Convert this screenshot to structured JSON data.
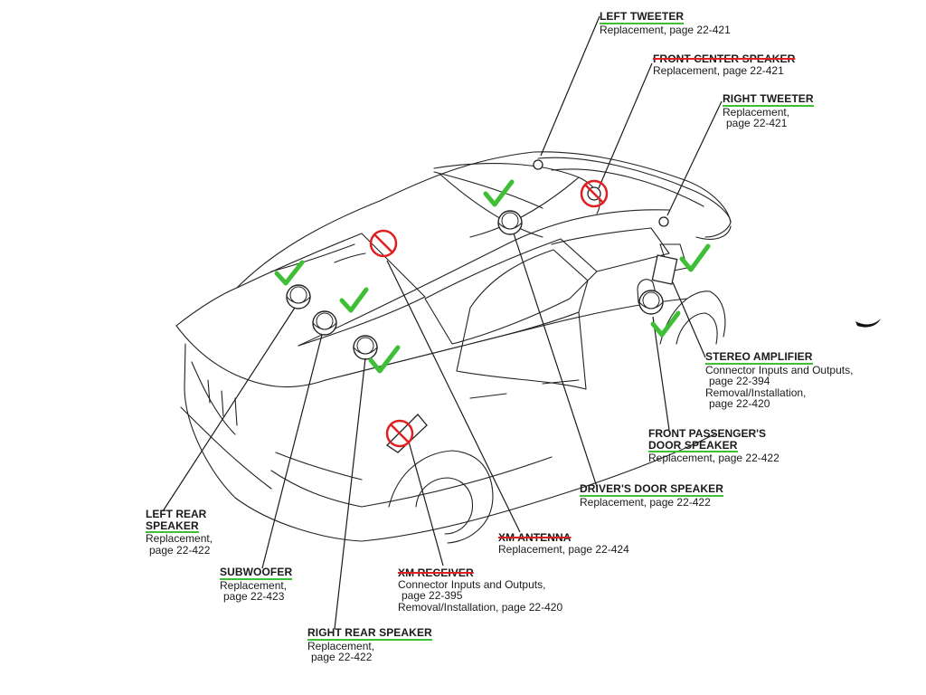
{
  "callouts": {
    "left_tweeter": {
      "title": "LEFT TWEETER",
      "detail": "Replacement, page 22-421",
      "status": "included"
    },
    "front_center_speaker": {
      "title": "FRONT CENTER SPEAKER",
      "detail": "Replacement, page 22-421",
      "status": "excluded"
    },
    "right_tweeter": {
      "title": "RIGHT TWEETER",
      "detail_1": "Replacement,",
      "detail_2": "page 22-421",
      "status": "included"
    },
    "stereo_amplifier": {
      "title": "STEREO AMPLIFIER",
      "detail_1": "Connector Inputs and Outputs,",
      "detail_2": "page 22-394",
      "detail_3": "Removal/Installation,",
      "detail_4": "page 22-420",
      "status": "included"
    },
    "front_passenger_door_speaker": {
      "title_1": "FRONT PASSENGER'S",
      "title_2": "DOOR SPEAKER",
      "detail": "Replacement, page 22-422",
      "status": "included"
    },
    "drivers_door_speaker": {
      "title": "DRIVER'S DOOR SPEAKER",
      "detail": "Replacement, page 22-422",
      "status": "included"
    },
    "xm_antenna": {
      "title": "XM ANTENNA",
      "detail": "Replacement, page 22-424",
      "status": "excluded"
    },
    "xm_receiver": {
      "title": "XM RECEIVER",
      "detail_1": "Connector Inputs and Outputs,",
      "detail_2": "page 22-395",
      "detail_3": "Removal/Installation, page 22-420",
      "status": "excluded"
    },
    "left_rear_speaker": {
      "title_1": "LEFT REAR",
      "title_2": "SPEAKER",
      "detail_1": "Replacement,",
      "detail_2": "page 22-422",
      "status": "included"
    },
    "subwoofer": {
      "title": "SUBWOOFER",
      "detail_1": "Replacement,",
      "detail_2": "page 22-423",
      "status": "included"
    },
    "right_rear_speaker": {
      "title": "RIGHT REAR SPEAKER",
      "detail_1": "Replacement,",
      "detail_2": "page 22-422",
      "status": "included"
    }
  },
  "colors": {
    "check": "#3fbf35",
    "prohibit": "#e02020",
    "line": "#1a1a1a"
  },
  "icons": {
    "included": "check-mark-icon",
    "excluded": "prohibition-icon"
  }
}
